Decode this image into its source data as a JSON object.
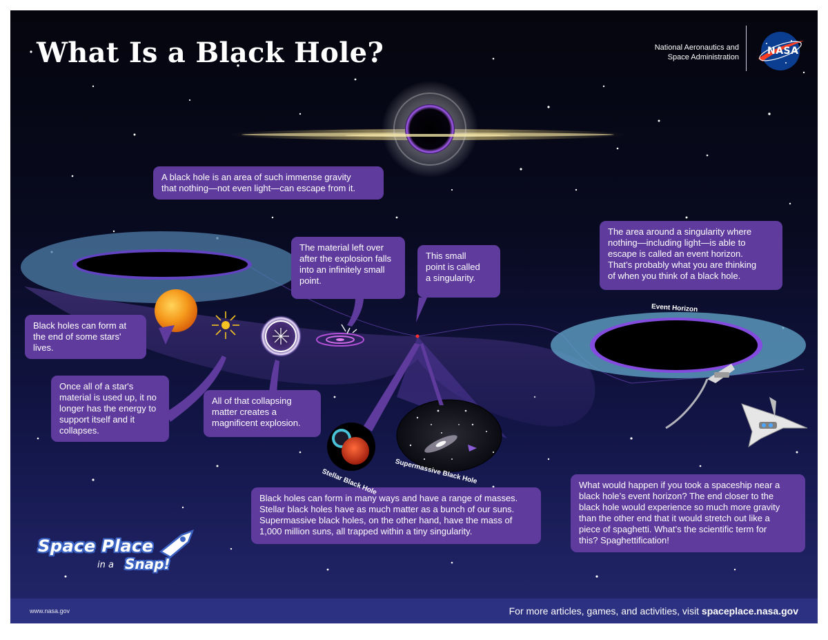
{
  "poster": {
    "title": "What Is a Black Hole?",
    "agency_lines": [
      "National Aeronautics and",
      "Space Administration"
    ],
    "logo_text": "NASA"
  },
  "callouts": {
    "definition": [
      "A black hole is an area of such immense gravity",
      "that nothing—not even light—can escape from it."
    ],
    "form": [
      "Black holes can form at",
      "the end of some stars'",
      "lives."
    ],
    "material_used": [
      "Once all of a star's",
      "material is used up, it no",
      "longer has the energy to",
      "support itself and it",
      "collapses."
    ],
    "collapsing": [
      "All of that collapsing",
      "matter creates a",
      "magnificent explosion."
    ],
    "leftover": [
      "The material left over",
      "after the explosion falls",
      "into an infinitely small",
      "point."
    ],
    "singularity": [
      "This small",
      "point is called",
      "a singularity."
    ],
    "event_horizon": [
      "The area around a singularity where",
      "nothing—including light—is able to",
      "escape is called an event horizon.",
      "That’s probably what you are thinking",
      "of when you think of a black hole."
    ],
    "masses": [
      "Black holes can form in many ways and have a range of masses.",
      "Stellar black holes have as much matter as a bunch of our suns.",
      "Supermassive black holes, on the other hand, have the mass of",
      "1,000 million suns, all trapped within a tiny singularity."
    ],
    "spaghetti": [
      "What would happen if you took a spaceship near a",
      "black hole’s event horizon? The end closer to the",
      "black hole would experience so much more gravity",
      "than the other end that it would stretch out like a",
      "piece of spaghetti. What’s the scientific term for",
      "this? Spaghettification!"
    ]
  },
  "labels": {
    "event_horizon": "Event Horizon",
    "stellar": "Stellar Black Hole",
    "supermassive": "Supermassive Black Hole"
  },
  "branding": {
    "line1": "Space Place",
    "line2a": "in a",
    "line2b": "Snap!"
  },
  "footer": {
    "url": "www.nasa.gov",
    "cta_prefix": "For more articles, games, and activities, visit ",
    "cta_link": "spaceplace.nasa.gov"
  },
  "colors": {
    "bubble": "#5f3b9e",
    "footer": "#2d3181",
    "sky_top": "#05050e",
    "sky_bottom": "#23276c",
    "funnel": "#7a4fc0",
    "rim": "#6fa3c6"
  }
}
